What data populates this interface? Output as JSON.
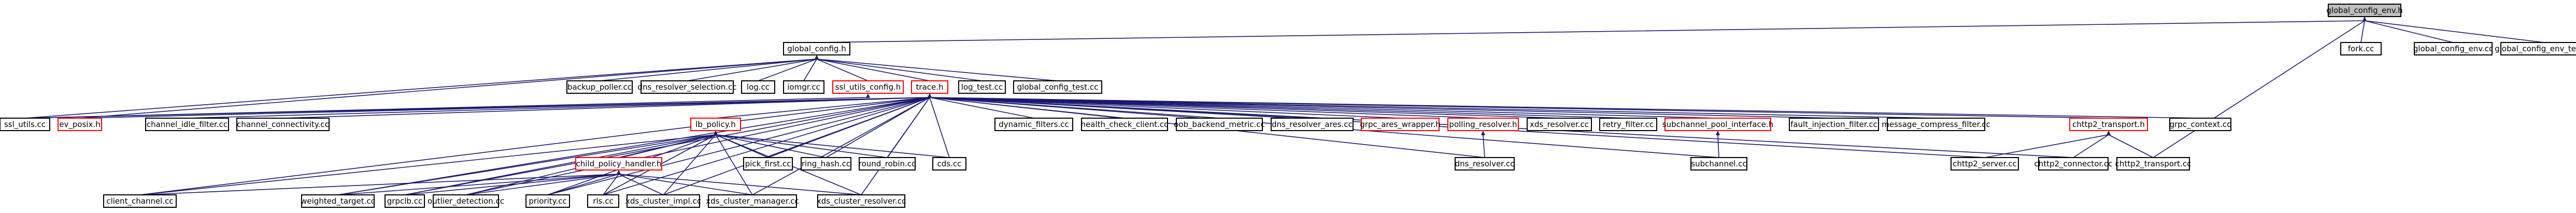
{
  "graph": {
    "colors": {
      "edge": "#191970",
      "border": "#000000",
      "highlight_border": "#ff0000",
      "root_fill": "#bfbfbf"
    },
    "nodes": [
      {
        "id": "root",
        "label": "global_config_env.h",
        "kind": "root"
      },
      {
        "id": "gch",
        "label": "global_config.h",
        "kind": "header"
      },
      {
        "id": "fork",
        "label": "fork.cc",
        "kind": "source"
      },
      {
        "id": "gcenv",
        "label": "global_config_env.cc",
        "kind": "source"
      },
      {
        "id": "gcenvtest",
        "label": "global_config_env_test.cc",
        "kind": "source"
      },
      {
        "id": "backup",
        "label": "backup_poller.cc",
        "kind": "source"
      },
      {
        "id": "dnssel",
        "label": "dns_resolver_selection.cc",
        "kind": "source"
      },
      {
        "id": "logcc",
        "label": "log.cc",
        "kind": "source"
      },
      {
        "id": "iomgr",
        "label": "iomgr.cc",
        "kind": "source"
      },
      {
        "id": "sslh",
        "label": "ssl_utils_config.h",
        "kind": "header-red"
      },
      {
        "id": "traceh",
        "label": "trace.h",
        "kind": "header-red"
      },
      {
        "id": "logtest",
        "label": "log_test.cc",
        "kind": "source"
      },
      {
        "id": "gctest",
        "label": "global_config_test.cc",
        "kind": "source"
      },
      {
        "id": "sslcc",
        "label": "ssl_utils.cc",
        "kind": "source"
      },
      {
        "id": "evposix",
        "label": "ev_posix.h",
        "kind": "header-red"
      },
      {
        "id": "chidle",
        "label": "channel_idle_filter.cc",
        "kind": "source"
      },
      {
        "id": "chconn",
        "label": "channel_connectivity.cc",
        "kind": "source"
      },
      {
        "id": "lbpolicy",
        "label": "lb_policy.h",
        "kind": "header-red"
      },
      {
        "id": "dynfilt",
        "label": "dynamic_filters.cc",
        "kind": "source"
      },
      {
        "id": "hcc",
        "label": "health_check_client.cc",
        "kind": "source"
      },
      {
        "id": "oob",
        "label": "oob_backend_metric.cc",
        "kind": "source"
      },
      {
        "id": "dnsares",
        "label": "dns_resolver_ares.cc",
        "kind": "source"
      },
      {
        "id": "grpcares",
        "label": "grpc_ares_wrapper.h",
        "kind": "header-red"
      },
      {
        "id": "pollres",
        "label": "polling_resolver.h",
        "kind": "header-red"
      },
      {
        "id": "xdsres",
        "label": "xds_resolver.cc",
        "kind": "source"
      },
      {
        "id": "retry",
        "label": "retry_filter.cc",
        "kind": "source"
      },
      {
        "id": "subpool",
        "label": "subchannel_pool_interface.h",
        "kind": "header-red"
      },
      {
        "id": "faultinj",
        "label": "fault_injection_filter.cc",
        "kind": "source"
      },
      {
        "id": "msgcomp",
        "label": "message_compress_filter.cc",
        "kind": "source"
      },
      {
        "id": "chttp2h",
        "label": "chttp2_transport.h",
        "kind": "header-red"
      },
      {
        "id": "grpcctx",
        "label": "grpc_context.cc",
        "kind": "source"
      },
      {
        "id": "childh",
        "label": "child_policy_handler.h",
        "kind": "header-red"
      },
      {
        "id": "pickfirst",
        "label": "pick_first.cc",
        "kind": "source"
      },
      {
        "id": "ringhash",
        "label": "ring_hash.cc",
        "kind": "source"
      },
      {
        "id": "roundrobin",
        "label": "round_robin.cc",
        "kind": "source"
      },
      {
        "id": "cdscc",
        "label": "cds.cc",
        "kind": "source"
      },
      {
        "id": "dnsnative",
        "label": "dns_resolver.cc",
        "kind": "source"
      },
      {
        "id": "subcc",
        "label": "subchannel.cc",
        "kind": "source"
      },
      {
        "id": "chttp2srv",
        "label": "chttp2_server.cc",
        "kind": "source"
      },
      {
        "id": "chttp2conn",
        "label": "chttp2_connector.cc",
        "kind": "source"
      },
      {
        "id": "chttp2tr",
        "label": "chttp2_transport.cc",
        "kind": "source"
      },
      {
        "id": "clientch",
        "label": "client_channel.cc",
        "kind": "source"
      },
      {
        "id": "weighted",
        "label": "weighted_target.cc",
        "kind": "source"
      },
      {
        "id": "grpclb",
        "label": "grpclb.cc",
        "kind": "source"
      },
      {
        "id": "outlier",
        "label": "outlier_detection.cc",
        "kind": "source"
      },
      {
        "id": "priority",
        "label": "priority.cc",
        "kind": "source"
      },
      {
        "id": "rlscc",
        "label": "rls.cc",
        "kind": "source"
      },
      {
        "id": "xdsimpl",
        "label": "xds_cluster_impl.cc",
        "kind": "source"
      },
      {
        "id": "xdsmgr",
        "label": "xds_cluster_manager.cc",
        "kind": "source"
      },
      {
        "id": "xdsclres",
        "label": "xds_cluster_resolver.cc",
        "kind": "source"
      }
    ],
    "edges": [
      [
        "gch",
        "root"
      ],
      [
        "fork",
        "root"
      ],
      [
        "gcenv",
        "root"
      ],
      [
        "gcenvtest",
        "root"
      ],
      [
        "chttp2tr",
        "root"
      ],
      [
        "backup",
        "gch"
      ],
      [
        "dnssel",
        "gch"
      ],
      [
        "logcc",
        "gch"
      ],
      [
        "iomgr",
        "gch"
      ],
      [
        "sslh",
        "gch"
      ],
      [
        "traceh",
        "gch"
      ],
      [
        "logtest",
        "gch"
      ],
      [
        "gctest",
        "gch"
      ],
      [
        "sslcc",
        "gch"
      ],
      [
        "evposix",
        "gch"
      ],
      [
        "sslcc",
        "sslh"
      ],
      [
        "sslcc",
        "traceh"
      ],
      [
        "evposix",
        "traceh"
      ],
      [
        "chidle",
        "traceh"
      ],
      [
        "chconn",
        "traceh"
      ],
      [
        "lbpolicy",
        "traceh"
      ],
      [
        "dynfilt",
        "traceh"
      ],
      [
        "hcc",
        "traceh"
      ],
      [
        "oob",
        "traceh"
      ],
      [
        "dnsares",
        "traceh"
      ],
      [
        "grpcares",
        "traceh"
      ],
      [
        "pollres",
        "traceh"
      ],
      [
        "xdsres",
        "traceh"
      ],
      [
        "retry",
        "traceh"
      ],
      [
        "subpool",
        "traceh"
      ],
      [
        "faultinj",
        "traceh"
      ],
      [
        "msgcomp",
        "traceh"
      ],
      [
        "chttp2h",
        "traceh"
      ],
      [
        "grpcctx",
        "traceh"
      ],
      [
        "clientch",
        "traceh"
      ],
      [
        "weighted",
        "traceh"
      ],
      [
        "grpclb",
        "traceh"
      ],
      [
        "pickfirst",
        "traceh"
      ],
      [
        "ringhash",
        "traceh"
      ],
      [
        "roundrobin",
        "traceh"
      ],
      [
        "cdscc",
        "traceh"
      ],
      [
        "xdsmgr",
        "traceh"
      ],
      [
        "xdsclres",
        "traceh"
      ],
      [
        "dnsnative",
        "traceh"
      ],
      [
        "subcc",
        "traceh"
      ],
      [
        "chttp2srv",
        "traceh"
      ],
      [
        "chttp2conn",
        "traceh"
      ],
      [
        "outlier",
        "traceh"
      ],
      [
        "priority",
        "traceh"
      ],
      [
        "rlscc",
        "traceh"
      ],
      [
        "xdsimpl",
        "traceh"
      ],
      [
        "childh",
        "lbpolicy"
      ],
      [
        "pickfirst",
        "lbpolicy"
      ],
      [
        "ringhash",
        "lbpolicy"
      ],
      [
        "roundrobin",
        "lbpolicy"
      ],
      [
        "cdscc",
        "lbpolicy"
      ],
      [
        "clientch",
        "lbpolicy"
      ],
      [
        "weighted",
        "lbpolicy"
      ],
      [
        "grpclb",
        "lbpolicy"
      ],
      [
        "outlier",
        "lbpolicy"
      ],
      [
        "priority",
        "lbpolicy"
      ],
      [
        "rlscc",
        "lbpolicy"
      ],
      [
        "xdsimpl",
        "lbpolicy"
      ],
      [
        "xdsmgr",
        "lbpolicy"
      ],
      [
        "xdsclres",
        "lbpolicy"
      ],
      [
        "weighted",
        "childh"
      ],
      [
        "grpclb",
        "childh"
      ],
      [
        "outlier",
        "childh"
      ],
      [
        "priority",
        "childh"
      ],
      [
        "rlscc",
        "childh"
      ],
      [
        "xdsimpl",
        "childh"
      ],
      [
        "xdsmgr",
        "childh"
      ],
      [
        "xdsclres",
        "childh"
      ],
      [
        "clientch",
        "childh"
      ],
      [
        "dnsnative",
        "pollres"
      ],
      [
        "subcc",
        "subpool"
      ],
      [
        "chttp2srv",
        "chttp2h"
      ],
      [
        "chttp2conn",
        "chttp2h"
      ],
      [
        "chttp2tr",
        "chttp2h"
      ]
    ]
  }
}
